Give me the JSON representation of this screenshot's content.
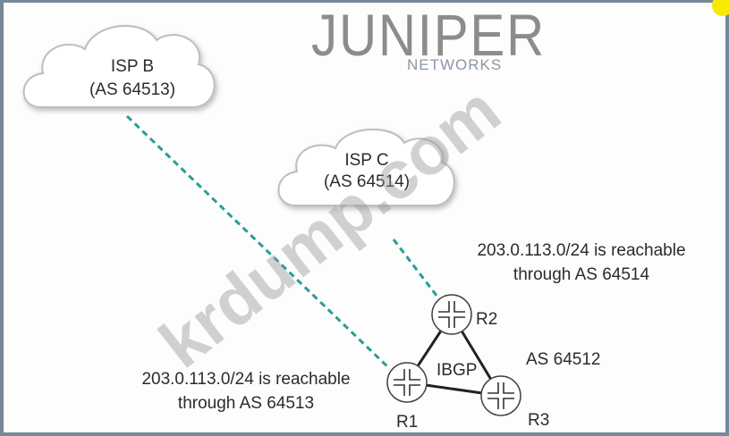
{
  "logo": {
    "brand": "JUNIPER",
    "sub": "NETWORKS"
  },
  "clouds": [
    {
      "name": "ISP B",
      "as": "(AS 64513)"
    },
    {
      "name": "ISP C",
      "as": "(AS 64514)"
    }
  ],
  "routers": [
    {
      "label": "R1"
    },
    {
      "label": "R2"
    },
    {
      "label": "R3"
    }
  ],
  "ibgp_label": "IBGP",
  "local_as": "AS 64512",
  "annotations": {
    "r2": {
      "line1": "203.0.113.0/24 is reachable",
      "line2": "through AS 64514"
    },
    "r1": {
      "line1": "203.0.113.0/24 is reachable",
      "line2": "through AS 64513"
    }
  },
  "watermark": "krdump.com",
  "colors": {
    "link_dashed": "#2a9d95",
    "frame": "#76889a",
    "cloud_stroke": "#bdbdbd",
    "logo": "#8c8c8c"
  }
}
